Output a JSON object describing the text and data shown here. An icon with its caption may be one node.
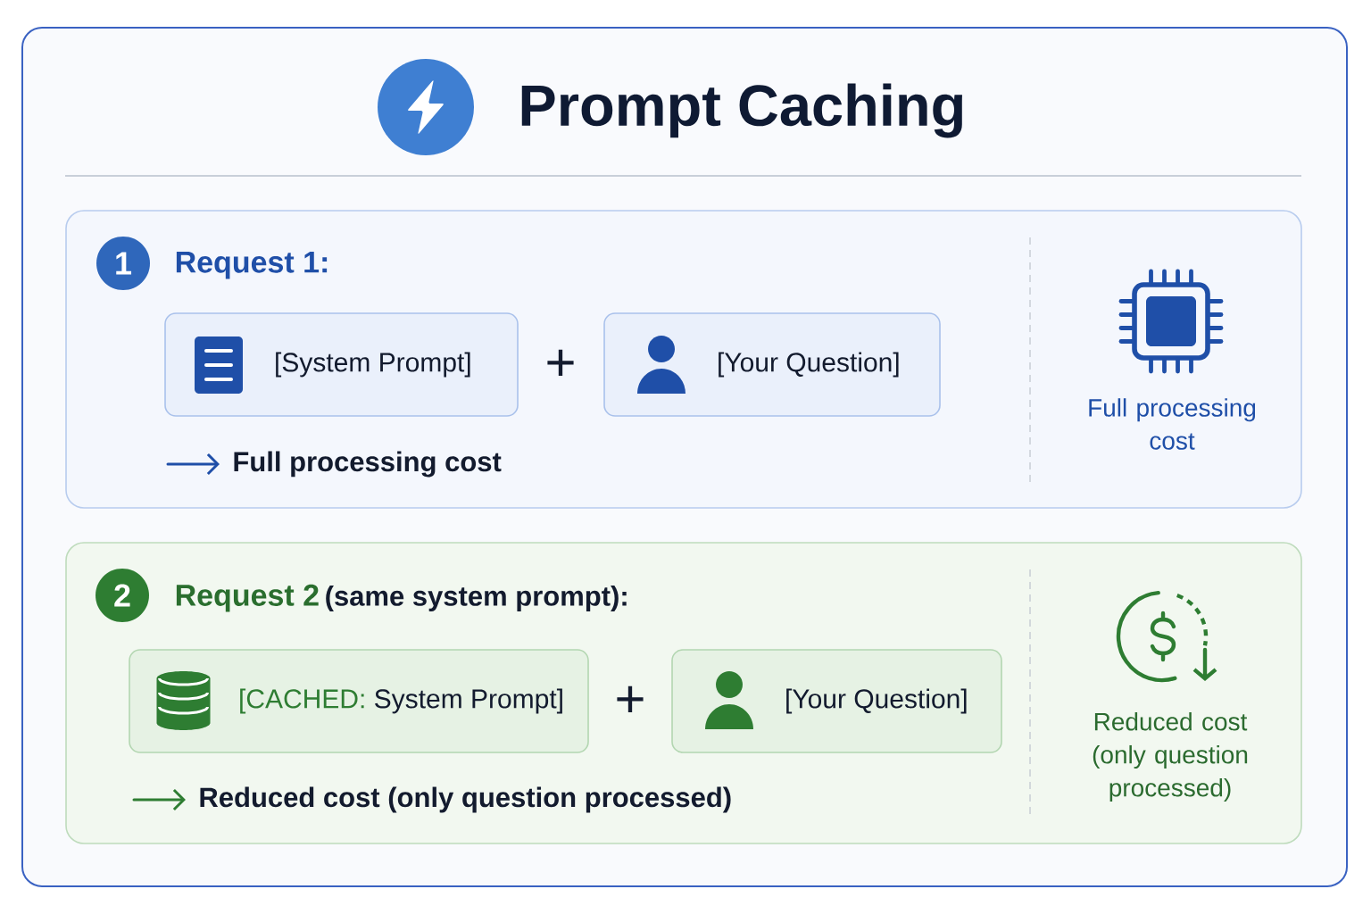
{
  "diagram": {
    "title": "Prompt Caching",
    "nodes": [
      {
        "text": [
          "Request 1:"
        ]
      },
      {
        "text": [
          "1"
        ],
        "in": 0
      },
      {
        "text": [
          "[System Prompt]"
        ],
        "in": 0
      },
      {
        "text": [
          "[Your Question]"
        ],
        "in": 0
      },
      {
        "text": [
          "Full processing cost"
        ],
        "in": 0
      },
      {
        "text": [
          "Request 2",
          "(same system prompt):"
        ]
      },
      {
        "text": [
          "2"
        ],
        "in": 5
      },
      {
        "text": [
          "[CACHED:",
          "System Prompt]"
        ],
        "in": 5
      },
      {
        "text": [
          "[Your Question]"
        ],
        "in": 5
      },
      {
        "text": [
          "Reduced cost (only question processed)"
        ],
        "in": 5
      }
    ],
    "edges": [
      {
        "from": null,
        "to": 4,
        "arrow": "to",
        "color": "#1f4fa8"
      },
      {
        "from": null,
        "to": 9,
        "arrow": "to",
        "color": "#2e7d32"
      }
    ],
    "labels": [
      "+",
      "Full processing cost",
      "+",
      "Reduced cost (only question processed)"
    ]
  }
}
